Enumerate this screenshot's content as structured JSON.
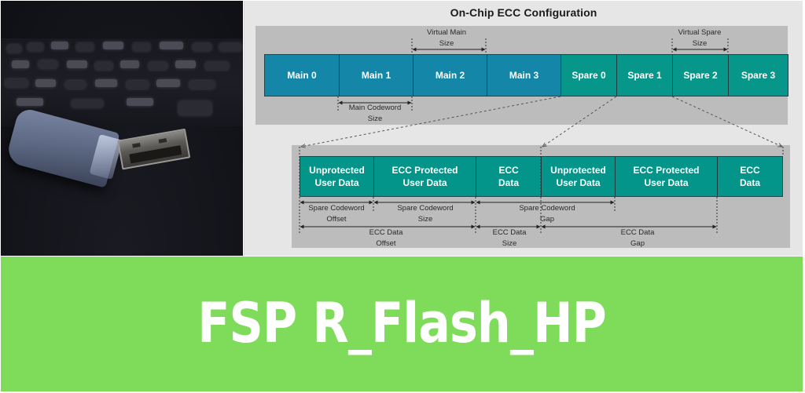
{
  "photo": {
    "subject": "USB flash drive on laptop keyboard",
    "icon": "usb-drive-photo"
  },
  "diagram": {
    "title": "On-Chip ECC Configuration",
    "top_row": [
      {
        "label": "Main 0",
        "type": "main"
      },
      {
        "label": "Main 1",
        "type": "main"
      },
      {
        "label": "Main 2",
        "type": "main"
      },
      {
        "label": "Main 3",
        "type": "main"
      },
      {
        "label": "Spare 0",
        "type": "spare"
      },
      {
        "label": "Spare 1",
        "type": "spare"
      },
      {
        "label": "Spare 2",
        "type": "spare"
      },
      {
        "label": "Spare 3",
        "type": "spare"
      }
    ],
    "top_dimensions": {
      "virtual_main_size": "Virtual Main\nSize",
      "virtual_spare_size": "Virtual Spare\nSize",
      "main_codeword_size": "Main Codeword\nSize"
    },
    "bottom_row": [
      {
        "label": "Unprotected\nUser Data"
      },
      {
        "label": "ECC Protected\nUser Data"
      },
      {
        "label": "ECC\nData"
      },
      {
        "label": "Unprotected\nUser Data"
      },
      {
        "label": "ECC Protected\nUser Data"
      },
      {
        "label": "ECC\nData"
      }
    ],
    "bottom_dimensions": {
      "spare_codeword_offset": "Spare Codeword\nOffset",
      "spare_codeword_size": "Spare Codeword\nSize",
      "spare_codeword_gap": "Spare Codeword\nGap",
      "ecc_data_offset": "ECC Data\nOffset",
      "ecc_data_size": "ECC Data\nSize",
      "ecc_data_gap": "ECC Data\nGap"
    },
    "colors": {
      "main": "#1486a7",
      "spare": "#06968a",
      "panel": "#bcbcbc",
      "background": "#e6e6e6"
    }
  },
  "banner": {
    "title": "FSP R_Flash_HP",
    "background": "#7fdb5a",
    "text_color": "#ffffff"
  }
}
